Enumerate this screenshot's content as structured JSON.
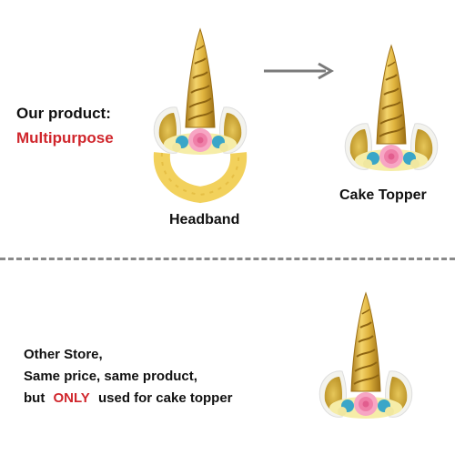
{
  "top": {
    "title": "Our product:",
    "subtitle": "Multipurpose",
    "headband_label": "Headband",
    "cake_topper_label": "Cake Topper"
  },
  "bottom": {
    "line1": "Other Store,",
    "line2": "Same price, same product,",
    "line3_prefix": "but",
    "line3_emphasis": "ONLY",
    "line3_suffix": "used for cake topper"
  },
  "colors": {
    "accent_red": "#d0262c",
    "gold": "#c9a227",
    "pink_rose": "#f28cb1",
    "teal_flower": "#3aa6c8",
    "headband_yellow": "#f2d15c",
    "arrow_gray": "#7a7a7a",
    "divider_gray": "#8a8a8a"
  },
  "icons": [
    "unicorn-horn-headband-image",
    "unicorn-horn-cake-topper-image",
    "right-arrow-icon"
  ]
}
